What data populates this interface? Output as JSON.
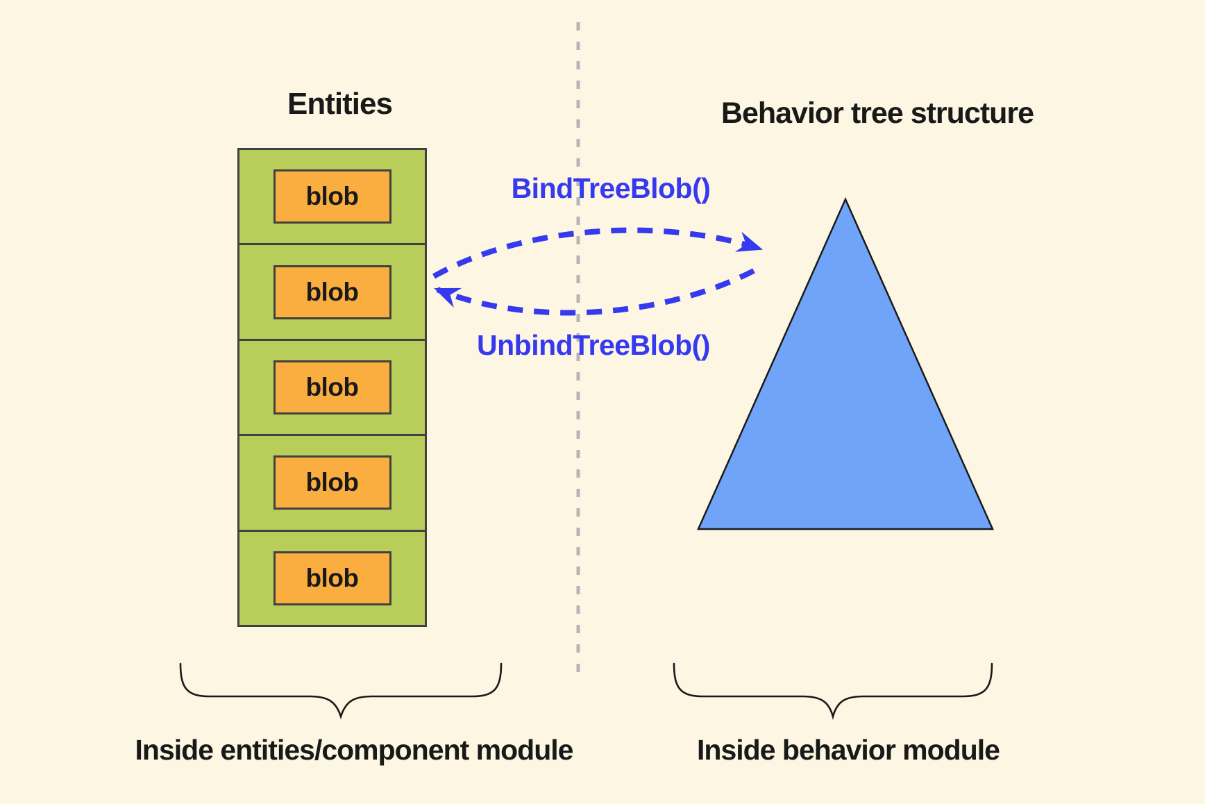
{
  "left_panel": {
    "title": "Entities",
    "stack": {
      "cells": [
        {
          "label": "blob"
        },
        {
          "label": "blob"
        },
        {
          "label": "blob"
        },
        {
          "label": "blob"
        },
        {
          "label": "blob"
        }
      ]
    },
    "caption": "Inside entities/component module"
  },
  "right_panel": {
    "title": "Behavior tree structure",
    "shape": "triangle",
    "caption": "Inside behavior module"
  },
  "arrows": {
    "bind_label": "BindTreeBlob()",
    "unbind_label": "UnbindTreeBlob()"
  },
  "colors": {
    "background": "#fdf6e2",
    "stack_green": "#b9cd5a",
    "blob_orange": "#fbae40",
    "box_border": "#414141",
    "triangle_blue": "#70a4f8",
    "triangle_border": "#1a1a1a",
    "arrow_blue": "#3539f0",
    "divider_gray": "#b5b5b5",
    "text_black": "#191919"
  }
}
